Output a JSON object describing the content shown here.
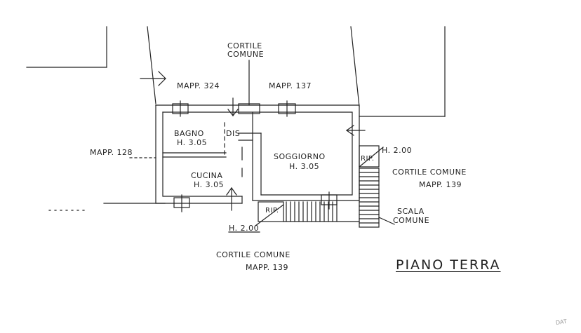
{
  "colors": {
    "ink": "#222222",
    "paper": "#ffffff"
  },
  "labels": {
    "cortile_top_1": "CORTILE",
    "cortile_top_2": "COMUNE",
    "mapp_324": "MAPP. 324",
    "mapp_137": "MAPP. 137",
    "mapp_128": "MAPP. 128",
    "bagno": "BAGNO",
    "bagno_h": "H. 3.05",
    "dis": "DIS",
    "soggiorno": "SOGGIORNO",
    "soggiorno_h": "H. 3.05",
    "cucina": "CUCINA",
    "cucina_h": "H. 3.05",
    "rip_right": "RIP.",
    "h_200_right": "H. 2.00",
    "cortile_right_1": "CORTILE  COMUNE",
    "cortile_right_2": "MAPP. 139",
    "scala_1": "SCALA",
    "scala_2": "COMUNE",
    "rip_bottom": "RIP.",
    "h_200_bottom": "H. 2.00",
    "cortile_bottom_1": "CORTILE  COMUNE",
    "cortile_bottom_2": "MAPP. 139",
    "title": "PIANO TERRA",
    "stamp": "DAT"
  }
}
